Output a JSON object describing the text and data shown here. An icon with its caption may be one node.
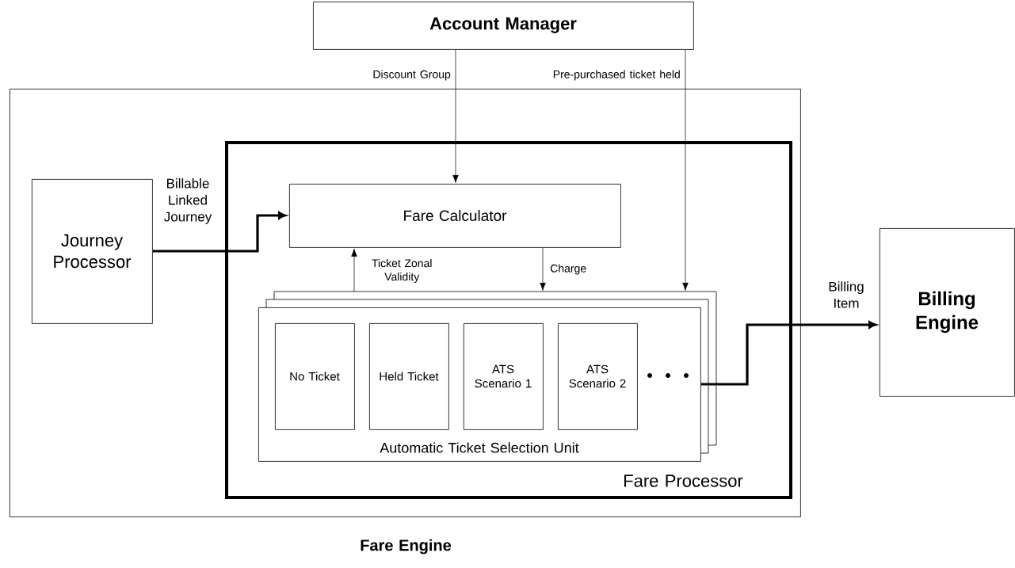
{
  "diagram": {
    "nodes": [
      {
        "text": [
          "Account Manager"
        ]
      },
      {
        "text": [
          "Fare Engine"
        ]
      },
      {
        "text": [
          "Journey Processor"
        ],
        "in": 1
      },
      {
        "text": [
          "Fare Processor"
        ],
        "in": 1
      },
      {
        "text": [
          "Fare Calculator"
        ],
        "in": 3
      },
      {
        "text": [
          "Automatic Ticket Selection Unit"
        ],
        "in": 3
      },
      {
        "text": [
          "No Ticket"
        ],
        "in": 5
      },
      {
        "text": [
          "Held Ticket"
        ],
        "in": 5
      },
      {
        "text": [
          "ATS Scenario 1"
        ],
        "in": 5
      },
      {
        "text": [
          "ATS Scenario 2"
        ],
        "in": 5
      },
      {
        "text": [
          "Billing Engine"
        ]
      }
    ],
    "edges": [
      {
        "from": 0,
        "to": 4,
        "arrow": "to",
        "label": "Discount Group"
      },
      {
        "from": 0,
        "to": 5,
        "arrow": "to",
        "label": "Pre-purchased ticket held"
      },
      {
        "from": 2,
        "to": 4,
        "arrow": "to",
        "label": "Billable Linked Journey",
        "style": "thick"
      },
      {
        "from": 5,
        "to": 4,
        "arrow": "to",
        "label": "Ticket Zonal Validity"
      },
      {
        "from": 4,
        "to": 5,
        "arrow": "to",
        "label": "Charge"
      },
      {
        "from": 5,
        "to": 10,
        "arrow": "to",
        "label": "Billing Item",
        "style": "thick"
      }
    ]
  }
}
